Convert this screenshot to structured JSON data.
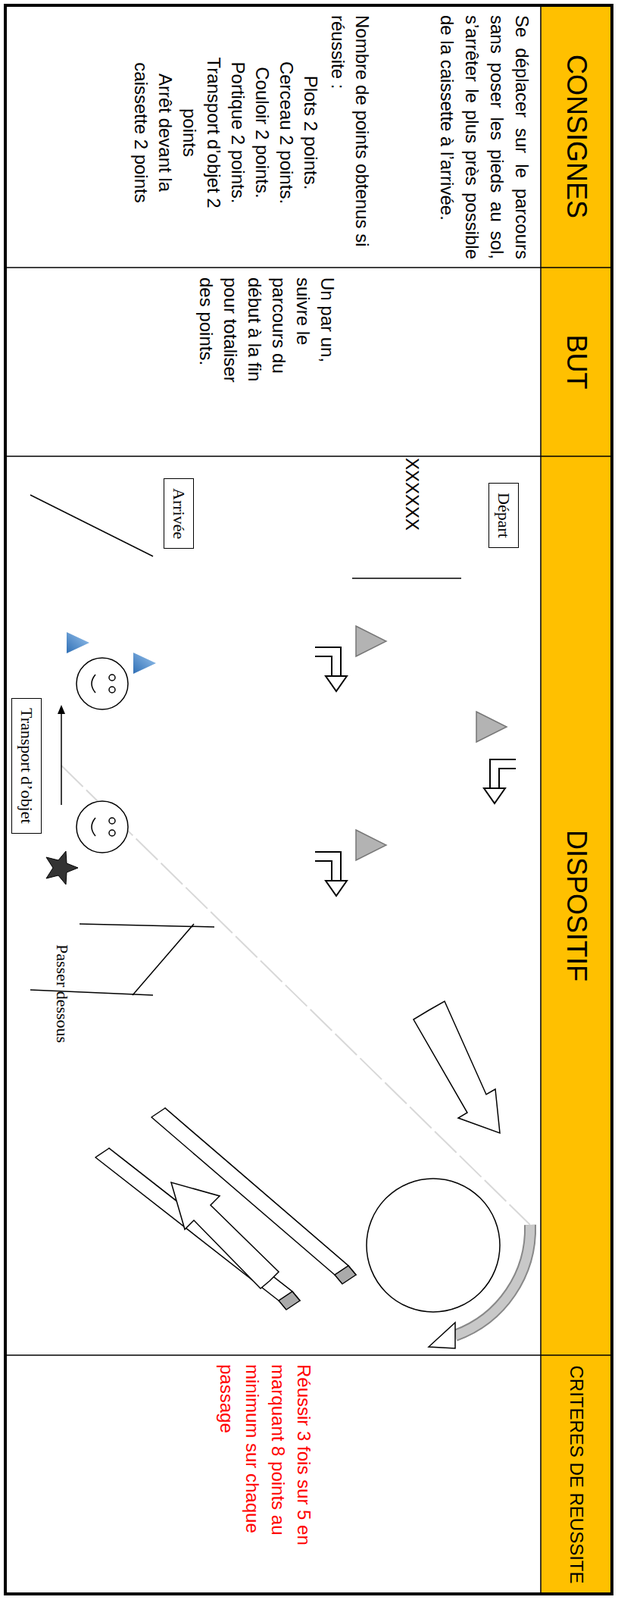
{
  "diagram": {
    "nodes": [
      {
        "text": [
          "Départ"
        ]
      },
      {
        "text": [
          "Arrivée"
        ]
      },
      {
        "text": [
          "Transport d’objet"
        ]
      }
    ],
    "labels": [
      "CONSIGNES",
      "BUT",
      "DISPOSITIF",
      "CRITERES DE REUSSITE",
      "Se déplacer sur le parcours sans poser les pieds au sol, s’arrêter le plus près possible de la caissette à l’arrivée.",
      "Nombre de points obtenus si réussite :",
      "Plots 2 points.",
      "Cerceau 2 points.",
      "Couloir 2 points.",
      "Portique 2 points.",
      "Transport d’objet 2 points",
      "Arrêt devant la caissette 2 points",
      "Un par un, suivre le parcours du début à la fin pour totaliser des points.",
      "XXXXXX",
      "Passer dessous",
      "Réussir 3 fois sur 5 en marquant 8 points au minimum sur chaque passage"
    ]
  }
}
